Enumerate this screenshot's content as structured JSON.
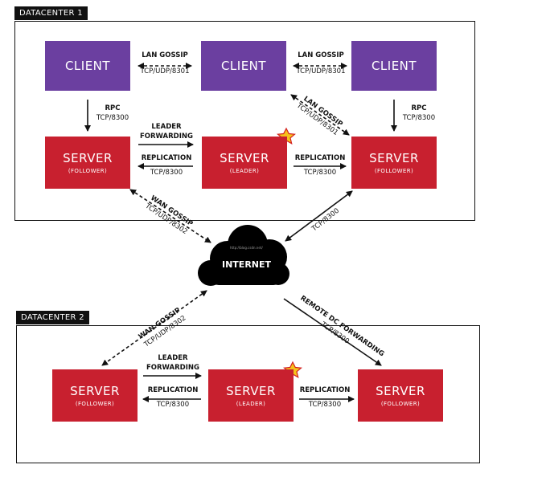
{
  "datacenter1": {
    "label": "DATACENTER 1"
  },
  "datacenter2": {
    "label": "DATACENTER 2"
  },
  "nodes": {
    "client1": {
      "title": "CLIENT"
    },
    "client2": {
      "title": "CLIENT"
    },
    "client3": {
      "title": "CLIENT"
    },
    "server1": {
      "title": "SERVER",
      "role": "(FOLLOWER)"
    },
    "server2": {
      "title": "SERVER",
      "role": "(LEADER)"
    },
    "server3": {
      "title": "SERVER",
      "role": "(FOLLOWER)"
    },
    "server4": {
      "title": "SERVER",
      "role": "(FOLLOWER)"
    },
    "server5": {
      "title": "SERVER",
      "role": "(LEADER)"
    },
    "server6": {
      "title": "SERVER",
      "role": "(FOLLOWER)"
    }
  },
  "internet": {
    "label": "INTERNET",
    "watermark": "http://blog.csdn.net/"
  },
  "links": {
    "lan_gossip_1": {
      "name": "LAN GOSSIP",
      "port": "TCP/UDP/8301"
    },
    "lan_gossip_2": {
      "name": "LAN GOSSIP",
      "port": "TCP/UDP/8301"
    },
    "lan_gossip_diag": {
      "name": "LAN GOSSIP",
      "port": "TCP/UDP/8301"
    },
    "rpc_1": {
      "name": "RPC",
      "port": "TCP/8300"
    },
    "rpc_3": {
      "name": "RPC",
      "port": "TCP/8300"
    },
    "leader_forwarding_1": {
      "name1": "LEADER",
      "name2": "FORWARDING"
    },
    "replication_1": {
      "name": "REPLICATION",
      "port": "TCP/8300"
    },
    "replication_2": {
      "name": "REPLICATION",
      "port": "TCP/8300"
    },
    "wan_gossip_1": {
      "name": "WAN GOSSIP",
      "port": "TCP/UDP/8302"
    },
    "internet_tcp": {
      "port": "TCP/8300"
    },
    "wan_gossip_2": {
      "name": "WAN GOSSIP",
      "port": "TCP/UDP/8302"
    },
    "remote_dc": {
      "name": "REMOTE DC FORWARDING",
      "port": "TCP/8300"
    },
    "leader_forwarding_2": {
      "name1": "LEADER",
      "name2": "FORWARDING"
    },
    "replication_3": {
      "name": "REPLICATION",
      "port": "TCP/8300"
    },
    "replication_4": {
      "name": "REPLICATION",
      "port": "TCP/8300"
    }
  },
  "colors": {
    "client": "#6b3fa0",
    "server": "#c8202f",
    "star_fill": "#f6c21b",
    "star_stroke": "#d32020"
  }
}
